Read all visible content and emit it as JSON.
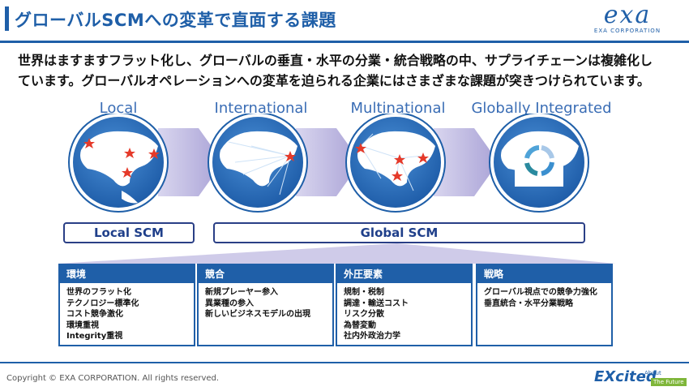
{
  "header": {
    "title": "グローバルSCMへの変革で直面する課題"
  },
  "logo": {
    "word": "exa",
    "sub": "EXA CORPORATION"
  },
  "intro": {
    "line1": "世界はますますフラット化し、グローバルの垂直・水平の分業・統合戦略の中、サプライチェーンは複雑化し",
    "line2": "ています。グローバルオペレーションへの変革を迫られる企業にはさまざまな課題が突きつけられています。"
  },
  "stages": [
    {
      "label": "Local"
    },
    {
      "label": "International"
    },
    {
      "label": "Multinational"
    },
    {
      "label": "Globally Integrated"
    }
  ],
  "bands": {
    "local": "Local SCM",
    "global": "Global SCM"
  },
  "cards": [
    {
      "head": "環境",
      "items": [
        "世界のフラット化",
        "テクノロジー標準化",
        "コスト競争激化",
        "環境重視",
        "Integrity重視"
      ]
    },
    {
      "head": "競合",
      "items": [
        "新規プレーヤー参入",
        "異業種の参入",
        "新しいビジネスモデルの出現"
      ]
    },
    {
      "head": "外圧要素",
      "items": [
        "規制・税制",
        "調達・輸送コスト",
        "リスク分散",
        "為替変動",
        "社内外政治力学"
      ]
    },
    {
      "head": "戦略",
      "items": [
        "グローバル視点での競争力強化",
        "垂直統合・水平分業戦略"
      ]
    }
  ],
  "footer": {
    "copyright": "Copyright © EXA CORPORATION. All rights reserved.",
    "ex_word": "EXcited",
    "ex_about": "About",
    "ex_future": "The Future"
  },
  "colors": {
    "brand": "#1f5fa8",
    "navy": "#2a3f86",
    "arrow": "#b6b0dc",
    "star": "#e53a2a"
  },
  "icons": {
    "globe": "globe-icon",
    "star": "star-marker-icon",
    "cycle": "cycle-arrows-icon"
  }
}
